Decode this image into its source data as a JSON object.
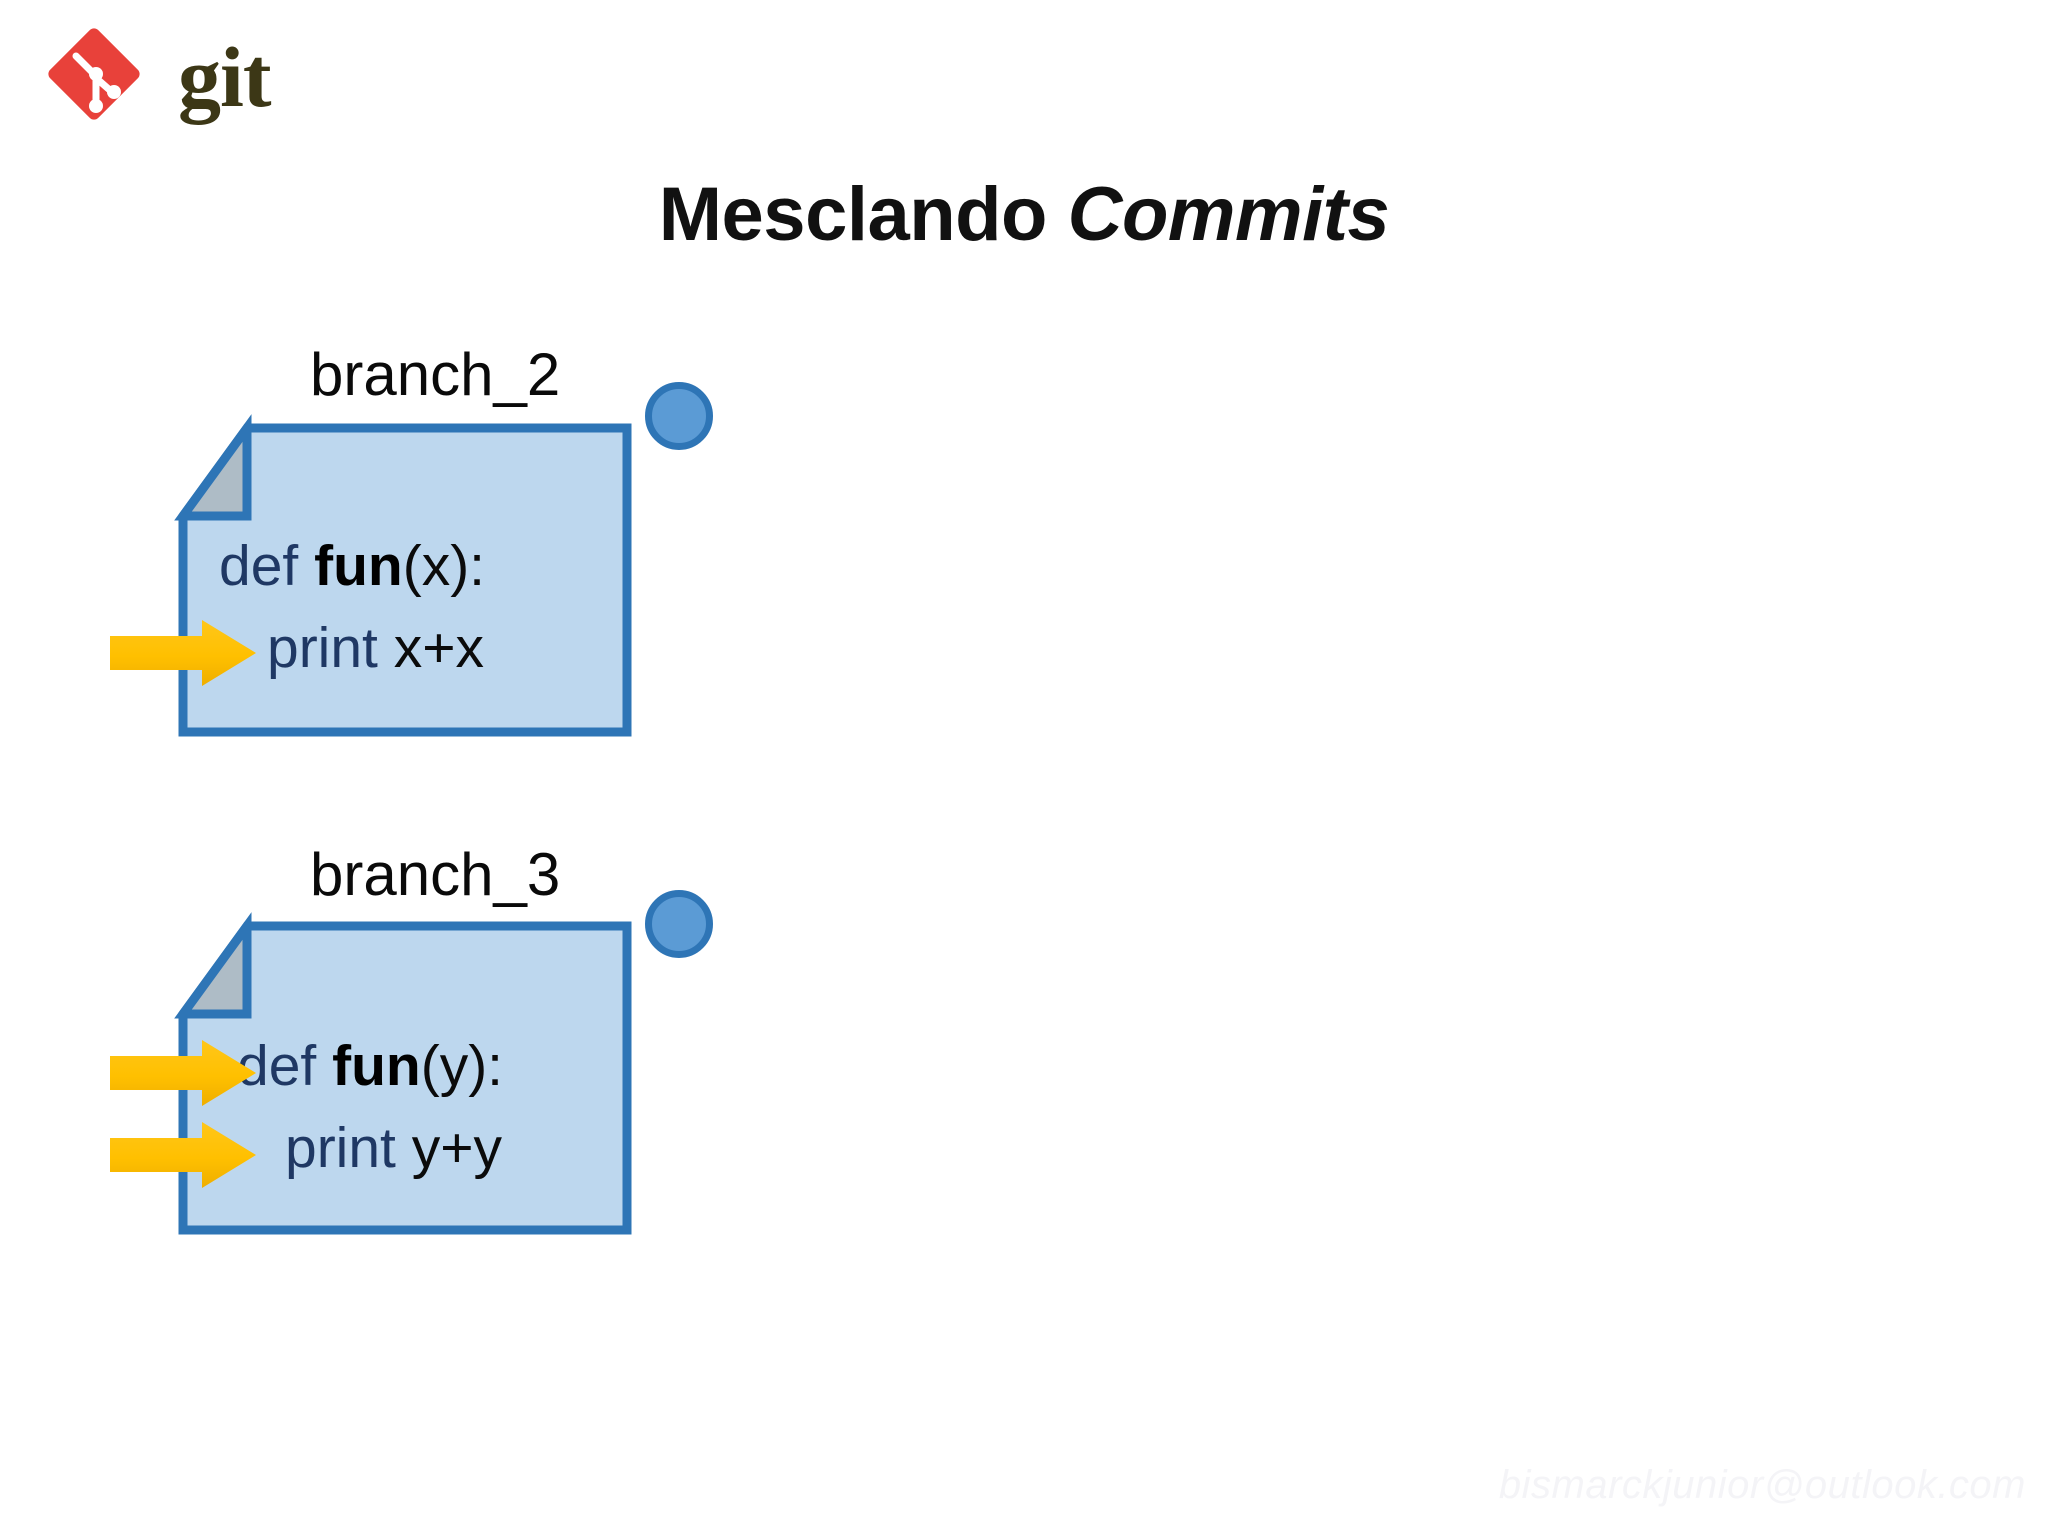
{
  "brand": {
    "logo_icon": "git-diamond-logo-icon",
    "wordmark": "git",
    "logo_color": "#E8413A",
    "wordmark_color": "#3C3716"
  },
  "title": {
    "plain": "Mesclando",
    "italic": "Commits"
  },
  "theme": {
    "doc_fill": "#BDD7EE",
    "doc_border": "#2E75B6",
    "fold_fill": "#AEBCC6",
    "dot_fill": "#5B9BD5",
    "dot_border": "#2E75B6",
    "arrow_fill": "#FFC000",
    "arrow_fill_dark": "#F0B000",
    "keyword_color": "#1F3864",
    "code_color": "#0B0B0B"
  },
  "cards": [
    {
      "id": "branch-2",
      "label": "branch_2",
      "dot_icon": "commit-dot-icon",
      "code": [
        {
          "kw": "def",
          "fn": "fun",
          "tail": "(x):"
        },
        {
          "kw": "print",
          "fn": "",
          "tail": "x+x"
        }
      ],
      "arrows": 1
    },
    {
      "id": "branch-3",
      "label": "branch_3",
      "dot_icon": "commit-dot-icon",
      "code": [
        {
          "kw": "def",
          "fn": "fun",
          "tail": "(y):"
        },
        {
          "kw": "print",
          "fn": "",
          "tail": "y+y"
        }
      ],
      "arrows": 2
    }
  ],
  "watermark": "bismarckjunior@outlook.com"
}
